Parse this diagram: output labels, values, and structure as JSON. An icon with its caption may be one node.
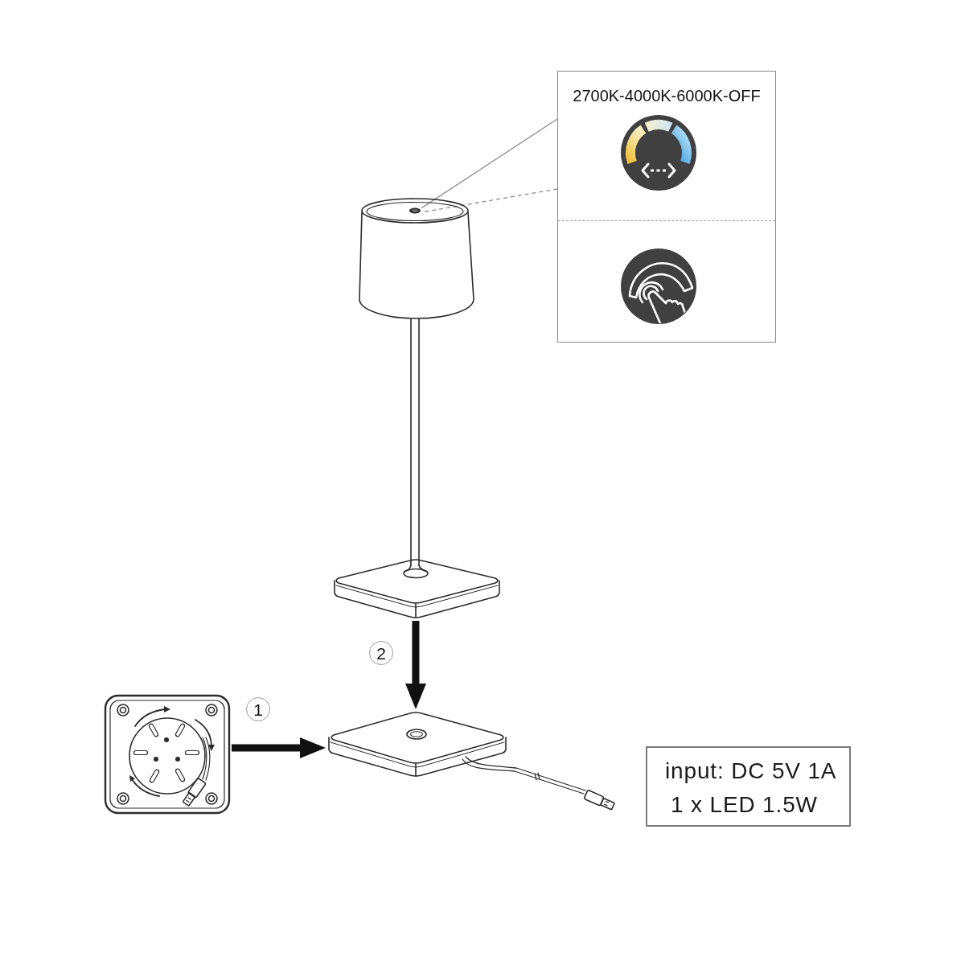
{
  "diagram": {
    "nodes": [
      {
        "text": [
          "2700K-4000K-6000K-OFF"
        ]
      },
      {
        "text": [],
        "shape": "picture"
      },
      {
        "text": [],
        "shape": "circle",
        "in": 1
      },
      {
        "text": [],
        "shape": "picture"
      },
      {
        "text": [],
        "shape": "picture"
      },
      {
        "text": [
          "input: DC 5V 1A",
          "1 x LED 1.5W"
        ]
      }
    ],
    "edges": [
      {
        "from": 0,
        "to": 2,
        "arrow": "none",
        "color": "#8a8a8a"
      },
      {
        "from": 0,
        "to": 2,
        "arrow": "none",
        "style": "dashed",
        "color": "#8a8a8a"
      },
      {
        "from": 1,
        "to": 4,
        "arrow": "to",
        "style": "thick",
        "color": "#111111"
      },
      {
        "from": 3,
        "to": 4,
        "arrow": "to",
        "style": "thick",
        "color": "#111111"
      }
    ],
    "labels": [
      "2",
      "1"
    ]
  }
}
